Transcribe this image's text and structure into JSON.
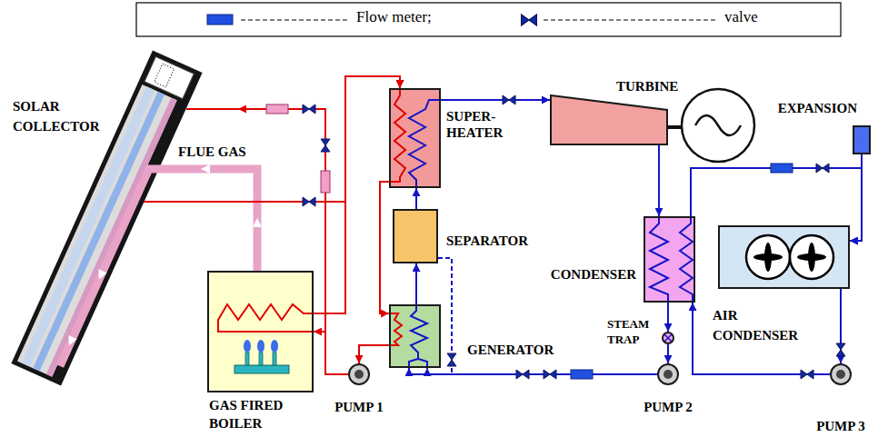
{
  "diagram": {
    "nodes": [
      {
        "text": [
          "SOLAR COLLECTOR"
        ]
      },
      {
        "text": [
          "TURBINE"
        ]
      },
      {
        "text": [
          "EXPANSION"
        ]
      },
      {
        "text": [
          "SUPER- HEATER"
        ]
      },
      {
        "text": [
          "SEPARATOR"
        ]
      },
      {
        "text": [
          "CONDENSER"
        ]
      },
      {
        "text": [
          "AIR CONDENSER"
        ]
      },
      {
        "text": [
          "GAS FIRED BOILER"
        ]
      },
      {
        "text": [
          "GENERATOR"
        ]
      },
      {
        "text": [
          "STEAM TRAP"
        ]
      },
      {
        "text": [
          "PUMP 1"
        ]
      },
      {
        "text": [
          "PUMP 2"
        ]
      },
      {
        "text": [
          "PUMP 3"
        ]
      }
    ],
    "edges": [
      {
        "from": 10,
        "to": 0,
        "arrow": "to"
      },
      {
        "from": 10,
        "to": 7,
        "arrow": "to"
      },
      {
        "from": 0,
        "to": 3,
        "arrow": "to"
      },
      {
        "from": 7,
        "to": 3,
        "arrow": "to"
      },
      {
        "from": 3,
        "to": 8,
        "arrow": "to"
      },
      {
        "from": 8,
        "to": 10,
        "arrow": "to"
      },
      {
        "from": 8,
        "to": 4,
        "arrow": "to"
      },
      {
        "from": 4,
        "to": 3,
        "arrow": "to"
      },
      {
        "from": 3,
        "to": 1,
        "arrow": "to"
      },
      {
        "from": 1,
        "to": 5,
        "arrow": "to"
      },
      {
        "from": 5,
        "to": 9,
        "arrow": "to"
      },
      {
        "from": 9,
        "to": 11,
        "arrow": "to"
      },
      {
        "from": 11,
        "to": 8,
        "arrow": "to"
      },
      {
        "from": 4,
        "to": 8,
        "arrow": "to"
      },
      {
        "from": 5,
        "to": 6,
        "arrow": "to"
      },
      {
        "from": 2,
        "to": 6,
        "arrow": "to"
      },
      {
        "from": 6,
        "to": 12,
        "arrow": "to"
      },
      {
        "from": 12,
        "to": 5,
        "arrow": "to"
      }
    ],
    "labels": [
      "FLUE GAS"
    ],
    "legend": [
      {
        "text": "Flow meter;"
      },
      {
        "text": "valve"
      }
    ]
  }
}
